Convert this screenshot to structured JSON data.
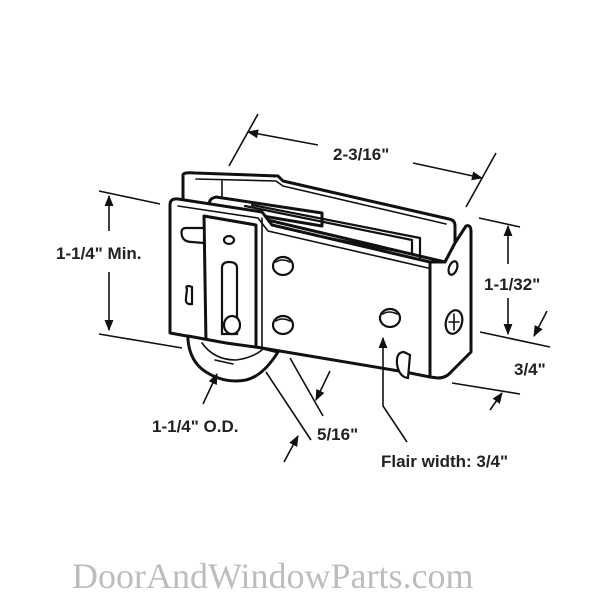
{
  "diagram": {
    "subject": "sliding door roller assembly",
    "colors": {
      "line": "#111111",
      "label": "#222222",
      "watermark": "#bdbdbd",
      "background": "#ffffff"
    },
    "dimensions": {
      "overall_length": "2-3/16\"",
      "height_min": "1-1/4\" Min.",
      "housing_height": "1-1/32\"",
      "housing_width": "3/4\"",
      "wheel_diameter": "1-1/4\" O.D.",
      "wheel_width": "5/16\"",
      "flair_width": "Flair width: 3/4\""
    }
  },
  "watermark": {
    "text": "DoorAndWindowParts.com"
  }
}
